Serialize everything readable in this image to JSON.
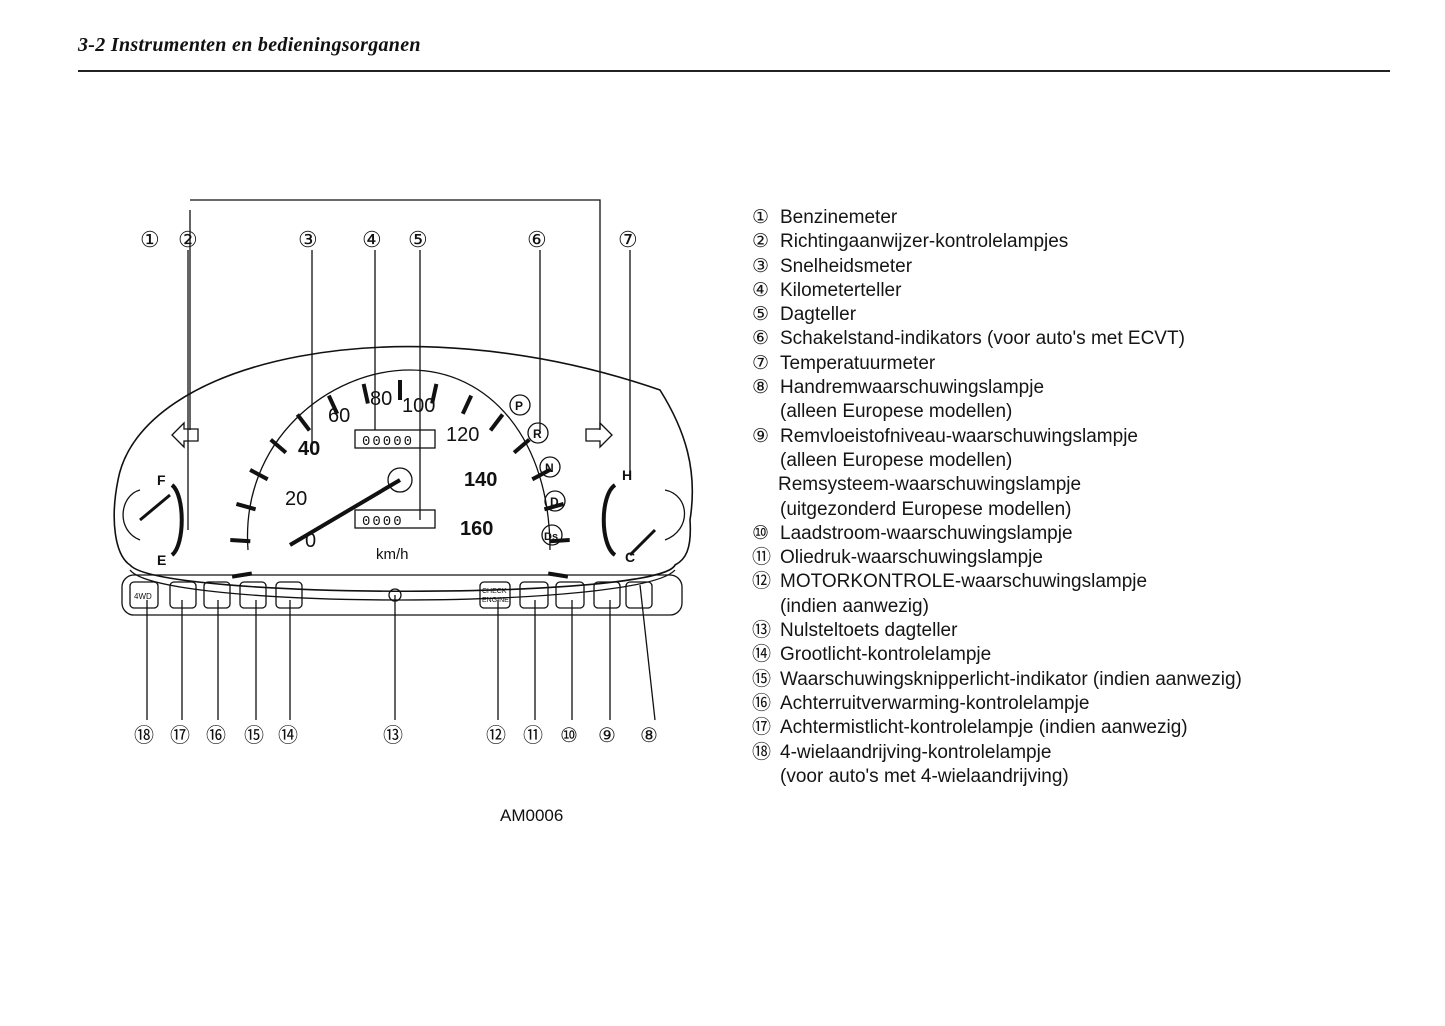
{
  "header": {
    "title": "3-2  Instrumenten en bedieningsorganen"
  },
  "figure": {
    "code": "AM0006",
    "callouts_top": [
      "①",
      "②",
      "③",
      "④",
      "⑤",
      "⑥",
      "⑦"
    ],
    "callouts_bottom": [
      "⑱",
      "⑰",
      "⑯",
      "⑮",
      "⑭",
      "⑬",
      "⑫",
      "⑪",
      "⑩",
      "⑨",
      "⑧"
    ],
    "speed_labels": [
      "0",
      "20",
      "40",
      "60",
      "80",
      "100",
      "120",
      "140",
      "160"
    ],
    "speed_unit": "km/h",
    "odometer": "00000",
    "tripmeter": "0000",
    "fuel_labels": {
      "full": "F",
      "empty": "E"
    },
    "temp_labels": {
      "hot": "H",
      "cold": "C"
    },
    "gear_labels": [
      "P",
      "R",
      "N",
      "D",
      "Ds"
    ],
    "warn_text": {
      "fwd": "4WD",
      "check_engine_1": "CHECK",
      "check_engine_2": "ENGINE"
    }
  },
  "legend": {
    "items": [
      {
        "num": "①",
        "text": "Benzinemeter"
      },
      {
        "num": "②",
        "text": "Richtingaanwijzer-kontrolelampjes"
      },
      {
        "num": "③",
        "text": "Snelheidsmeter"
      },
      {
        "num": "④",
        "text": "Kilometerteller"
      },
      {
        "num": "⑤",
        "text": "Dagteller"
      },
      {
        "num": "⑥",
        "text": "Schakelstand-indikators (voor auto's met ECVT)"
      },
      {
        "num": "⑦",
        "text": "Temperatuurmeter"
      },
      {
        "num": "⑧",
        "text": "Handremwaarschuwingslampje",
        "cont": "(alleen Europese modellen)"
      },
      {
        "num": "⑨",
        "text": "Remvloeistofniveau-waarschuwingslampje",
        "cont": "(alleen Europese modellen)",
        "cont2": "Remsysteem-waarschuwingslampje",
        "cont3": "(uitgezonderd Europese modellen)"
      },
      {
        "num": "⑩",
        "text": "Laadstroom-waarschuwingslampje"
      },
      {
        "num": "⑪",
        "text": "Oliedruk-waarschuwingslampje"
      },
      {
        "num": "⑫",
        "text": "MOTORKONTROLE-waarschuwingslampje",
        "cont": "(indien aanwezig)"
      },
      {
        "num": "⑬",
        "text": "Nulsteltoets dagteller"
      },
      {
        "num": "⑭",
        "text": "Grootlicht-kontrolelampje"
      },
      {
        "num": "⑮",
        "text": "Waarschuwingsknipperlicht-indikator (indien aanwezig)"
      },
      {
        "num": "⑯",
        "text": "Achterruitverwarming-kontrolelampje"
      },
      {
        "num": "⑰",
        "text": "Achtermistlicht-kontrolelampje (indien aanwezig)"
      },
      {
        "num": "⑱",
        "text": "4-wielaandrijving-kontrolelampje",
        "cont": "(voor auto's met 4-wielaandrijving)"
      }
    ]
  }
}
